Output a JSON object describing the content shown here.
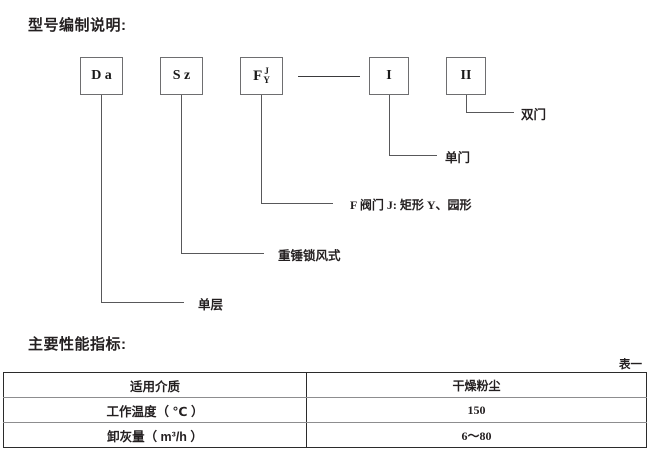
{
  "headings": {
    "model_code": "型号编制说明:",
    "specs": "主要性能指标:"
  },
  "model_diagram": {
    "boxes": [
      {
        "id": "da",
        "text": "D a"
      },
      {
        "id": "sz",
        "text": "S z"
      },
      {
        "id": "f",
        "letter": "F",
        "sup": "J",
        "sub": "Y"
      },
      {
        "id": "i",
        "text": "I"
      },
      {
        "id": "ii",
        "text": "II"
      }
    ],
    "labels": [
      {
        "id": "double-door",
        "text": "双门"
      },
      {
        "id": "single-door",
        "text": "单门"
      },
      {
        "id": "valve-shape",
        "text": "F 阀门 J: 矩形  Y、园形"
      },
      {
        "id": "weight-lock",
        "text": "重锤锁风式"
      },
      {
        "id": "single-layer",
        "text": "单层"
      }
    ]
  },
  "table": {
    "caption": "表一",
    "rows": [
      {
        "label": "适用介质",
        "value": "干燥粉尘"
      },
      {
        "label": "工作温度（ ℃ ）",
        "value": "150"
      },
      {
        "label": "卸灰量（ m³/h ）",
        "value": "6～80"
      }
    ]
  }
}
